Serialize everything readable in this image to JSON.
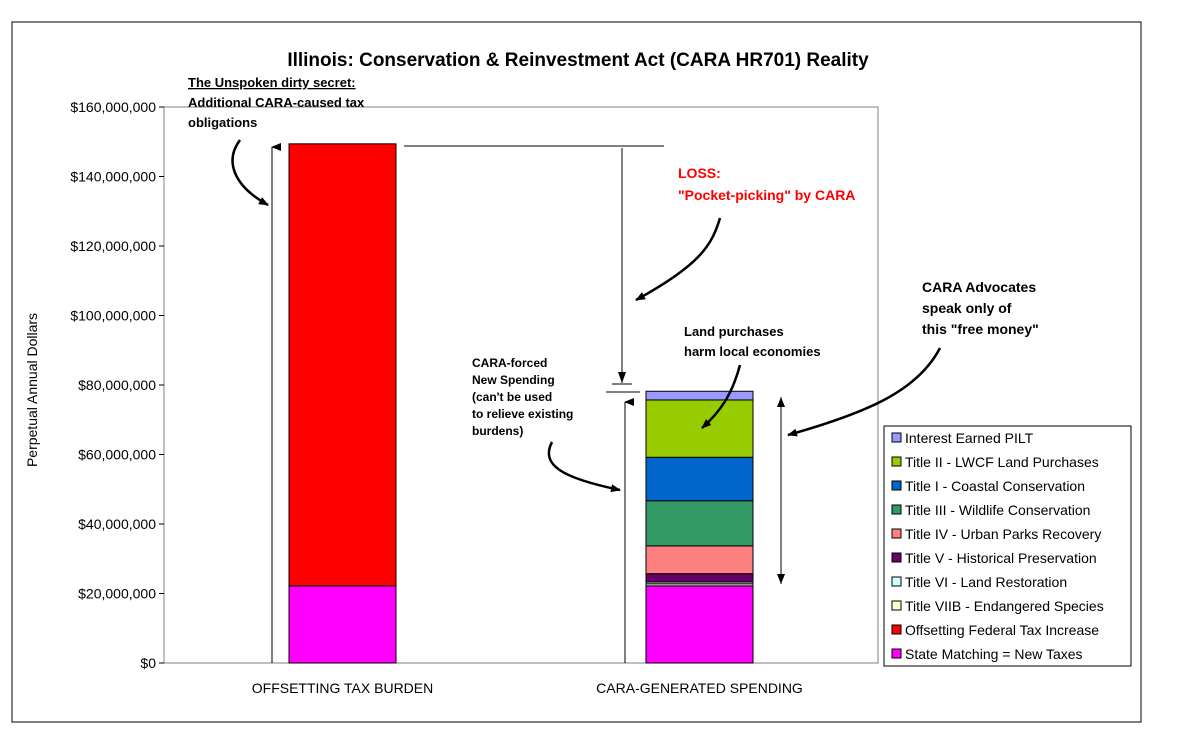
{
  "chart_data": {
    "type": "bar",
    "stacked": true,
    "title": "Illinois:  Conservation & Reinvestment Act (CARA HR701) Reality",
    "ylabel": "Perpetual Annual Dollars",
    "xlabel": "",
    "ylim": [
      0,
      160000000
    ],
    "yticks": [
      0,
      20000000,
      40000000,
      60000000,
      80000000,
      100000000,
      120000000,
      140000000,
      160000000
    ],
    "ytick_labels": [
      "$0",
      "$20,000,000",
      "$40,000,000",
      "$60,000,000",
      "$80,000,000",
      "$100,000,000",
      "$120,000,000",
      "$140,000,000",
      "$160,000,000"
    ],
    "grid": false,
    "legend_position": "right",
    "categories": [
      "OFFSETTING TAX BURDEN",
      "CARA-GENERATED SPENDING"
    ],
    "series": [
      {
        "name": "State Matching = New Taxes",
        "color": "#FF00FF",
        "values": [
          22200000,
          22200000
        ]
      },
      {
        "name": "Offsetting Federal Tax Increase",
        "color": "#FF0000",
        "values": [
          127200000,
          0
        ]
      },
      {
        "name": "Title VIIB - Endangered Species",
        "color": "#FFFFCC",
        "values": [
          0,
          600000
        ]
      },
      {
        "name": "Title VI - Land Restoration",
        "color": "#CCFFFF",
        "values": [
          0,
          500000
        ]
      },
      {
        "name": "Title V - Historical Preservation",
        "color": "#660066",
        "values": [
          0,
          2400000
        ]
      },
      {
        "name": "Title IV - Urban Parks Recovery",
        "color": "#FF8080",
        "values": [
          0,
          8000000
        ]
      },
      {
        "name": "Title III - Wildlife Conservation",
        "color": "#339966",
        "values": [
          0,
          13000000
        ]
      },
      {
        "name": "Title I - Coastal Conservation",
        "color": "#0066CC",
        "values": [
          0,
          12500000
        ]
      },
      {
        "name": "Title II - LWCF Land Purchases",
        "color": "#99CC00",
        "values": [
          0,
          16500000
        ]
      },
      {
        "name": "Interest Earned PILT",
        "color": "#9999FF",
        "values": [
          0,
          2500000
        ]
      }
    ],
    "annotations": {
      "secret_heading": "The Unspoken dirty secret:",
      "secret_line1": "Additional CARA-caused tax",
      "secret_line2": "obligations",
      "loss_line1": "LOSS:",
      "loss_line2": "\"Pocket-picking\" by CARA",
      "advocates_line1": "CARA Advocates",
      "advocates_line2": "speak only of",
      "advocates_line3": "this \"free money\"",
      "land_line1": "Land purchases",
      "land_line2": "harm local economies",
      "forced_line1": "CARA-forced",
      "forced_line2": "New Spending",
      "forced_line3": "(can't be used",
      "forced_line4": "to relieve existing",
      "forced_line5": "burdens)"
    }
  }
}
